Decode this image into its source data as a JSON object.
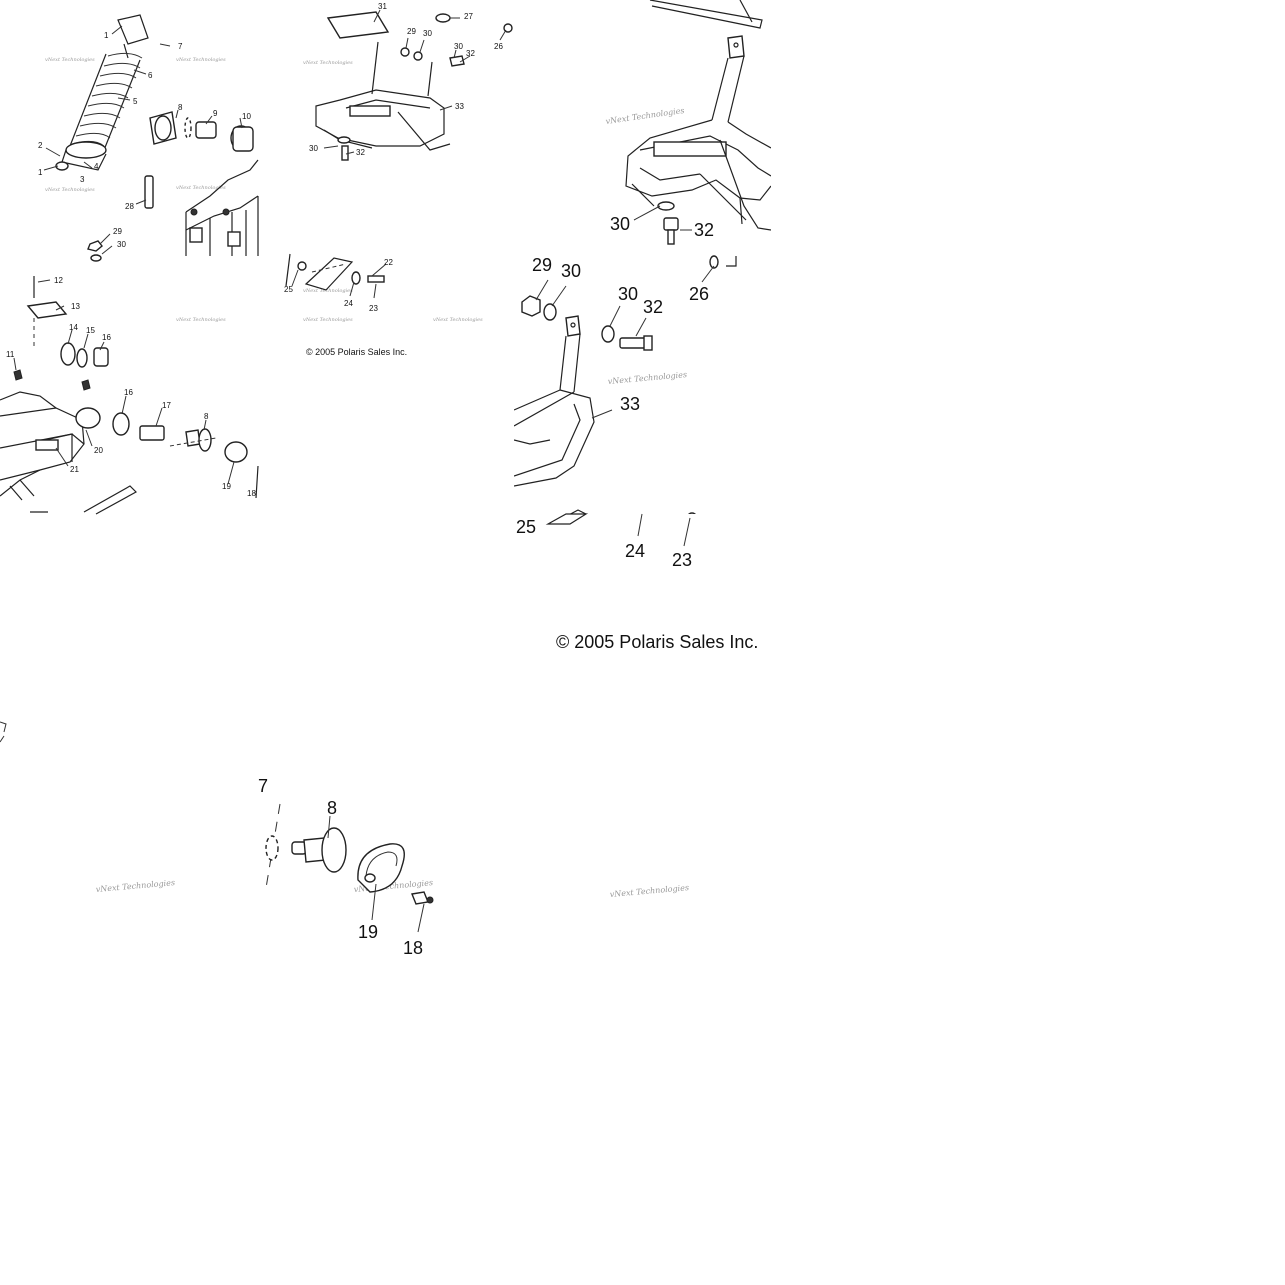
{
  "watermark_text": "vNext Technologies",
  "copyright_small": "© 2005 Polaris Sales Inc.",
  "copyright_large": "© 2005 Polaris Sales Inc.",
  "panel_overview": {
    "labels": [
      "1",
      "7",
      "6",
      "5",
      "2",
      "4",
      "1",
      "3",
      "8",
      "9",
      "10",
      "28",
      "29",
      "30",
      "12",
      "13",
      "14",
      "15",
      "16",
      "11",
      "16",
      "17",
      "8",
      "20",
      "21",
      "19",
      "18",
      "31",
      "27",
      "29",
      "30",
      "30",
      "32",
      "26",
      "33",
      "30",
      "32",
      "22",
      "25",
      "24",
      "23"
    ]
  },
  "panel_zoom_top": {
    "labels": [
      "30",
      "32",
      "29",
      "30",
      "26",
      "30",
      "32",
      "33",
      "25",
      "24",
      "23"
    ]
  },
  "panel_zoom_bottom": {
    "labels": [
      "7",
      "8",
      "19",
      "18"
    ]
  }
}
